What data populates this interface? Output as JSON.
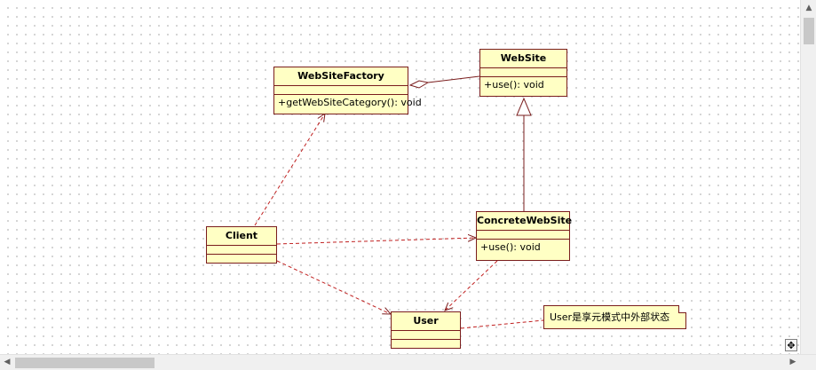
{
  "diagram": {
    "classes": {
      "website_factory": {
        "name": "WebSiteFactory",
        "operation": "+getWebSiteCategory(): void"
      },
      "website": {
        "name": "WebSite",
        "operation": "+use(): void"
      },
      "concrete_website": {
        "name": "ConcreteWebSite",
        "operation": "+use(): void"
      },
      "client": {
        "name": "Client"
      },
      "user": {
        "name": "User"
      }
    },
    "note": {
      "text": "User是享元模式中外部状态"
    }
  },
  "colors": {
    "class_fill": "#ffffc4",
    "border": "#7a1d1d"
  },
  "icons": {
    "corner": "move-crosshair-icon",
    "h_left": "arrow-left-icon",
    "h_right": "arrow-right-icon",
    "v_up": "arrow-up-icon"
  }
}
